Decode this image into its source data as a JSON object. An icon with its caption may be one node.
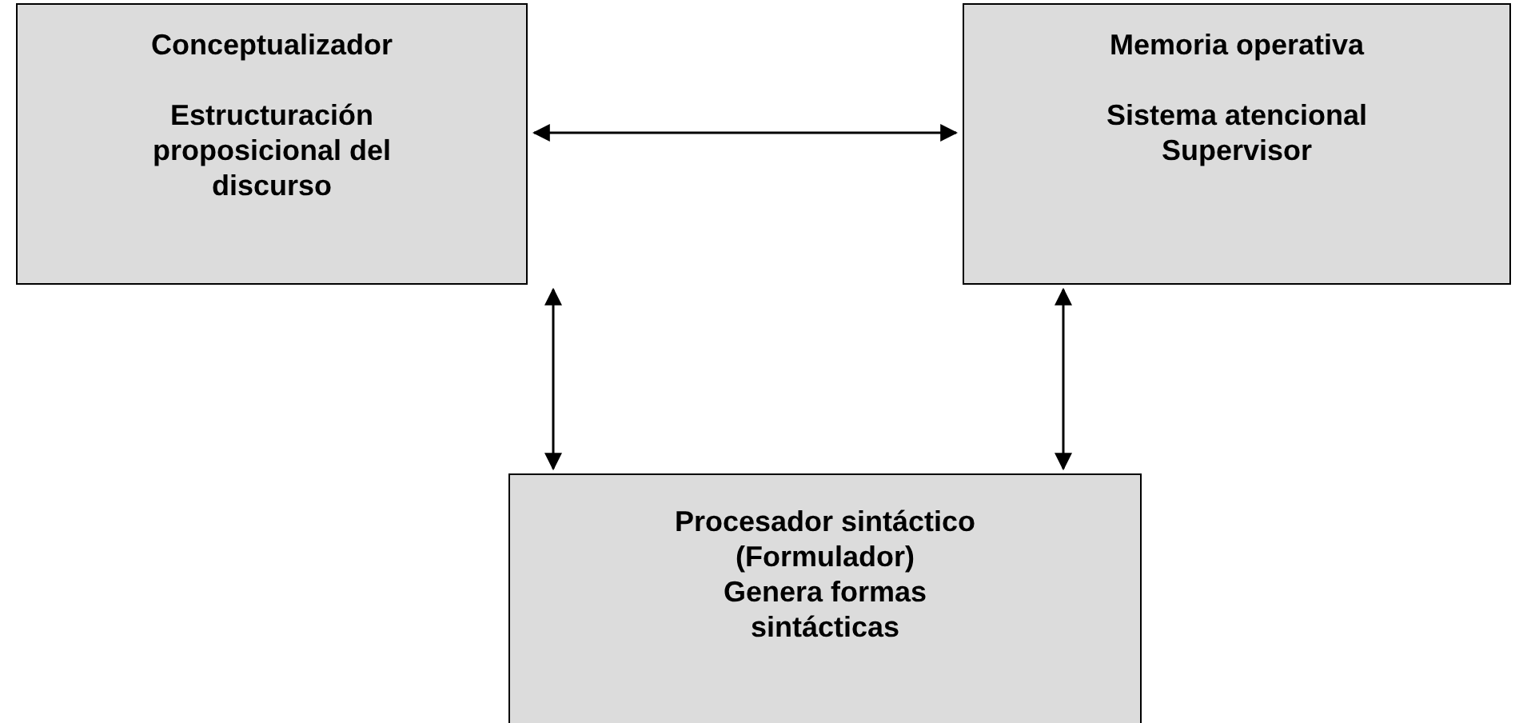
{
  "diagram": {
    "nodes": [
      {
        "text": [
          "Conceptualizador",
          "Estructuración proposicional del discurso"
        ]
      },
      {
        "text": [
          "Memoria operativa",
          "Sistema atencional Supervisor"
        ]
      },
      {
        "text": [
          "Procesador sintáctico (Formulador)",
          "Genera formas sintácticas"
        ]
      }
    ],
    "edges": [
      {
        "from": 0,
        "to": 1,
        "arrow": "both"
      },
      {
        "from": 0,
        "to": 2,
        "arrow": "both"
      },
      {
        "from": 1,
        "to": 2,
        "arrow": "both"
      }
    ]
  }
}
